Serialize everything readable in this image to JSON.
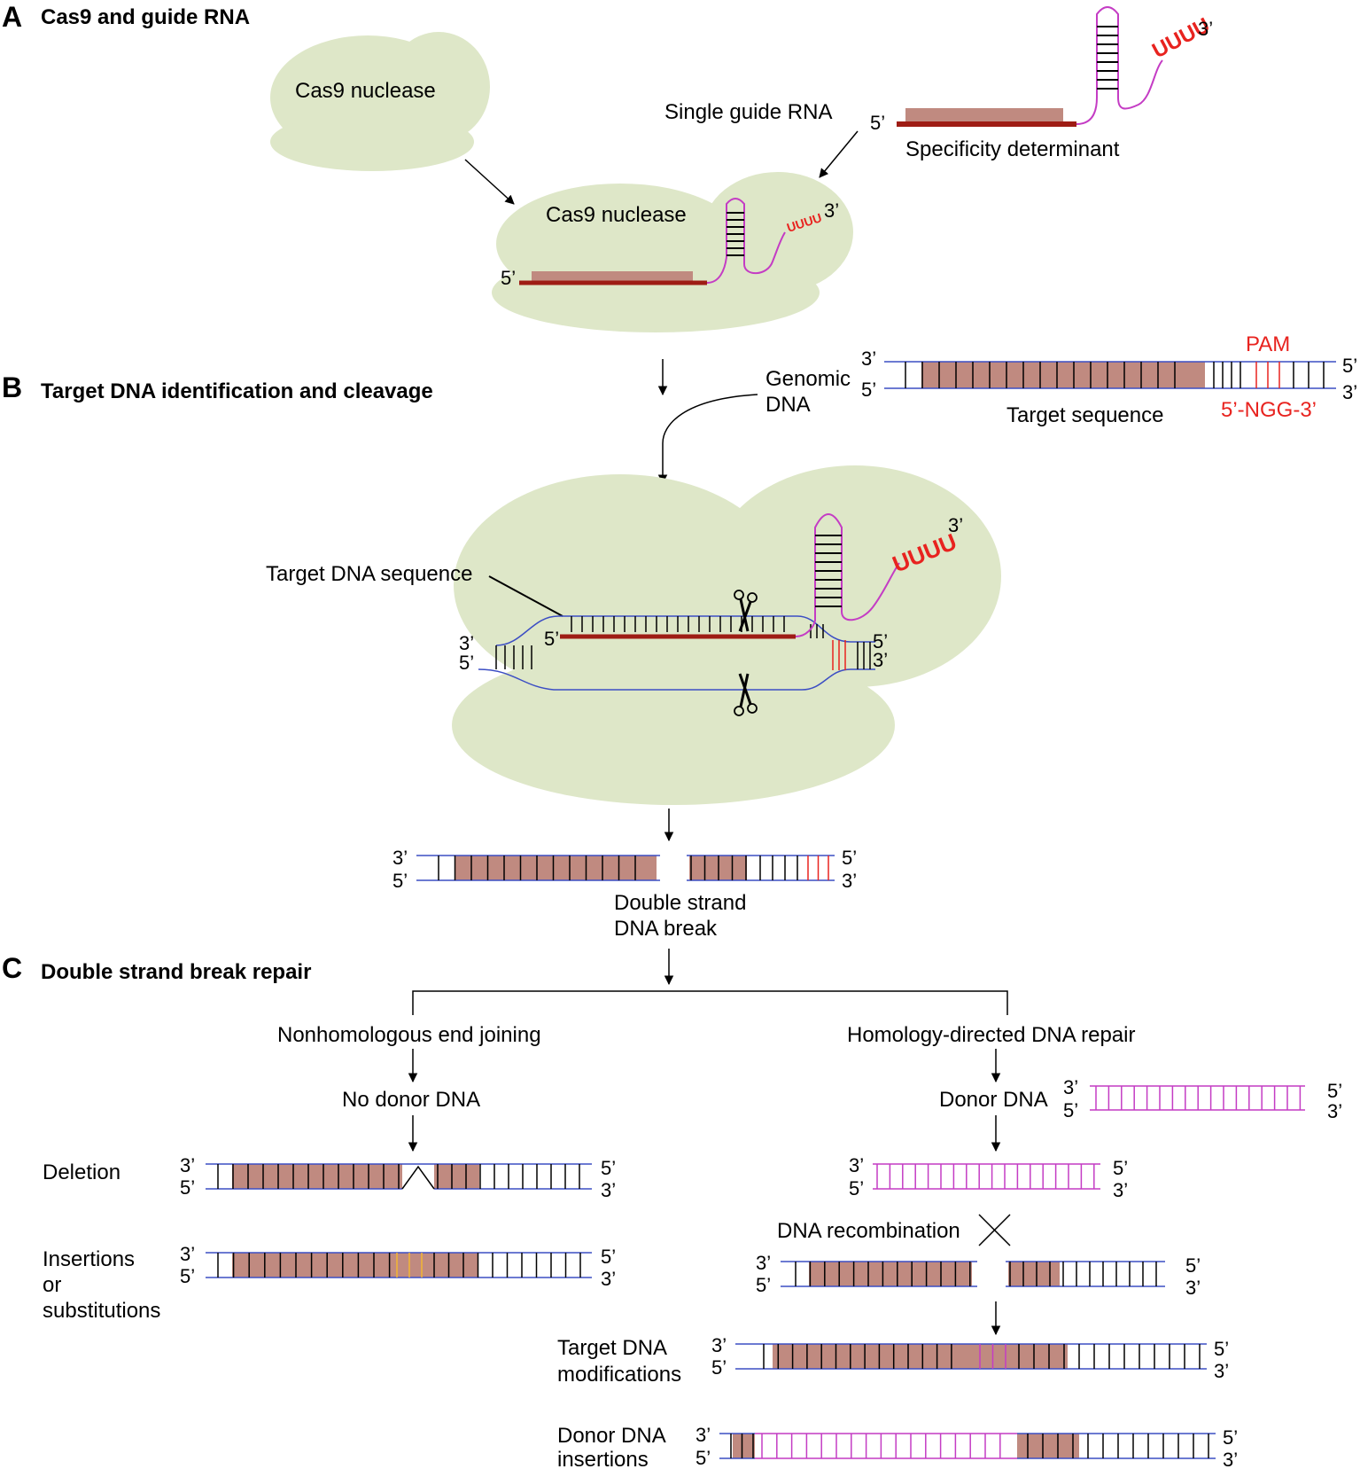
{
  "colors": {
    "protein": "#dee7c8",
    "guide_region": "#c08a80",
    "guide_line": "#9e1c14",
    "rna_stem": "#c43cc4",
    "pam": "#e8231f",
    "dna_strand": "#3c4ec4",
    "donor": "#c43cc4",
    "insert": "#f2b632"
  },
  "section_a": {
    "letter": "A",
    "title": "Cas9 and guide RNA",
    "cas9_label": "Cas9 nuclease",
    "sgrna_label": "Single guide RNA",
    "specificity_label": "Specificity determinant",
    "uuuu": "UUUU",
    "complex_label": "Cas9 nuclease"
  },
  "section_b": {
    "letter": "B",
    "title": "Target DNA identification and cleavage",
    "genomic_label": "Genomic",
    "genomic_label2": "DNA",
    "pam_label": "PAM",
    "target_seq_label": "Target sequence",
    "ngg_label": "5’-NGG-3’",
    "target_dna_label": "Target DNA sequence",
    "uuuu": "UUUU",
    "dsb_label": "Double strand",
    "dsb_label2": "DNA break"
  },
  "section_c": {
    "letter": "C",
    "title": "Double strand break repair",
    "nhej_label": "Nonhomologous end joining",
    "hdr_label": "Homology-directed DNA repair",
    "no_donor_label": "No donor DNA",
    "donor_label": "Donor DNA",
    "deletion_label": "Deletion",
    "insertions_label": "Insertions",
    "or_label": "or",
    "substitutions_label": "substitutions",
    "recombination_label": "DNA recombination",
    "target_mod_label": "Target DNA",
    "target_mod_label2": "modifications",
    "donor_ins_label": "Donor DNA",
    "donor_ins_label2": "insertions"
  },
  "ends": {
    "three": "3’",
    "five": "5’"
  }
}
